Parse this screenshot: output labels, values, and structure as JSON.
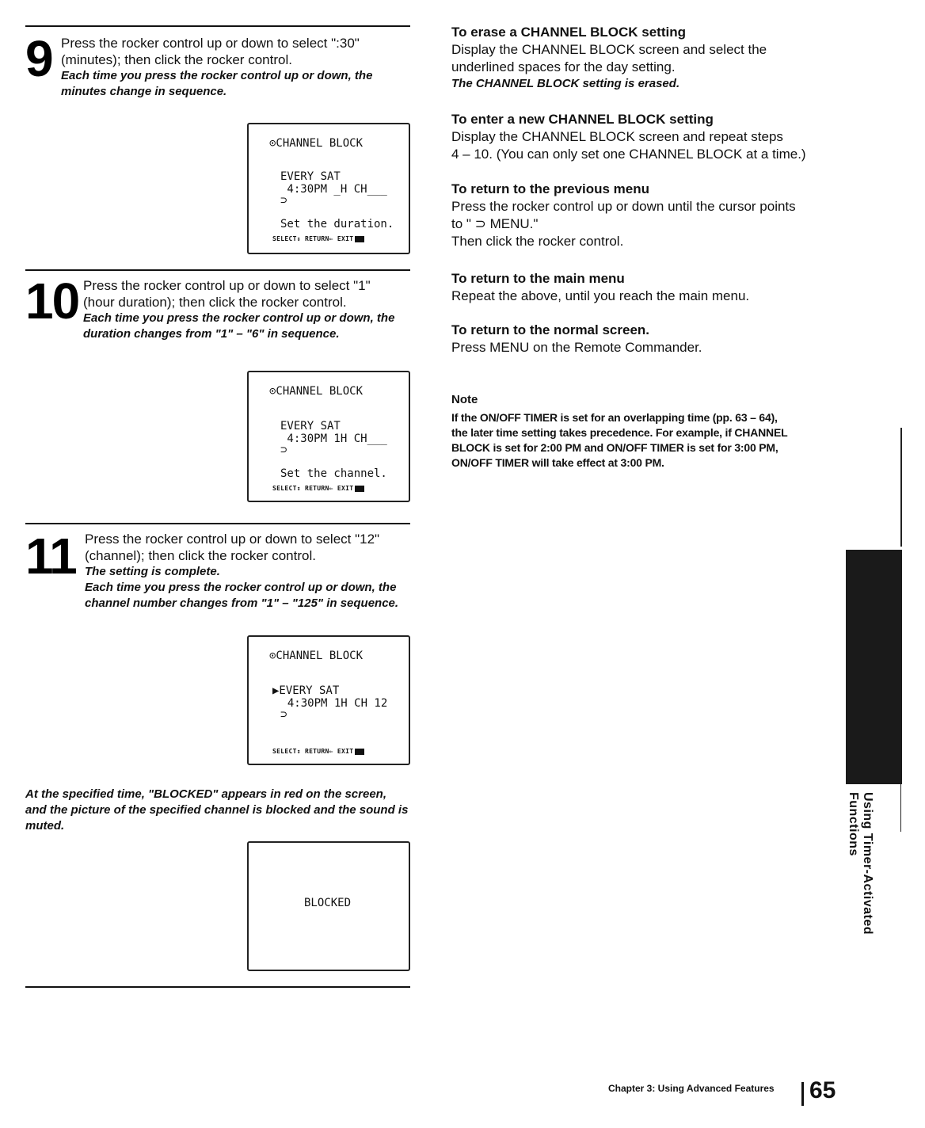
{
  "step9": {
    "number": "9",
    "lines": [
      "Press the rocker control up or down to select \":30\"",
      "(minutes); then click the rocker control."
    ],
    "italic": [
      "Each time you press the rocker control up or down, the",
      "minutes change in sequence."
    ],
    "osd": {
      "title": "⊙CHANNEL BLOCK",
      "line1": "EVERY SAT",
      "line2": " 4:30PM _H CH___",
      "cursor": "⊃",
      "message": "Set the duration.",
      "select": "SELECT",
      "return": "RETURN",
      "exit": "EXIT"
    }
  },
  "step10": {
    "number": "10",
    "lines": [
      "Press the rocker control up or down to select \"1\"",
      "(hour duration); then click the rocker control."
    ],
    "italic": [
      "Each time you press the rocker control up or down, the",
      "duration changes from \"1\" – \"6\" in sequence."
    ],
    "osd": {
      "title": "⊙CHANNEL BLOCK",
      "line1": "EVERY SAT",
      "line2": " 4:30PM 1H CH___",
      "cursor": "⊃",
      "message": "Set the channel.",
      "select": "SELECT",
      "return": "RETURN",
      "exit": "EXIT"
    }
  },
  "step11": {
    "number": "11",
    "lines": [
      "Press the rocker control up or down to select \"12\"",
      "(channel); then click the rocker control."
    ],
    "italic": [
      "The setting is complete.",
      "Each time you press the rocker control up or down, the",
      "channel number changes from \"1\" – \"125\" in sequence."
    ],
    "osd": {
      "title": "⊙CHANNEL BLOCK",
      "line1": "▶EVERY SAT",
      "line2": "  4:30PM 1H CH 12",
      "cursor": "⊃",
      "select": "SELECT",
      "return": "RETURN",
      "exit": "EXIT"
    }
  },
  "blocked": {
    "italic": [
      "At the specified time, \"BLOCKED\" appears in red on the screen,",
      "and the picture of the specified channel is blocked and the sound is",
      "muted."
    ],
    "screen_text": "BLOCKED"
  },
  "right": {
    "erase": {
      "heading": "To erase a CHANNEL BLOCK setting",
      "lines": [
        "Display the CHANNEL BLOCK screen and select the",
        "underlined spaces for the day setting."
      ],
      "italic": "The CHANNEL BLOCK setting is erased."
    },
    "new": {
      "heading": "To enter a new CHANNEL BLOCK setting",
      "lines": [
        "Display the CHANNEL BLOCK screen and repeat steps",
        "4 – 10.  (You can only set one CHANNEL BLOCK at a time.)"
      ]
    },
    "previous": {
      "heading": "To return to the previous menu",
      "lines": [
        "Press the rocker control up or down until the cursor points",
        "to \" ⊃ MENU.\"",
        "Then click the rocker control."
      ]
    },
    "main": {
      "heading": "To return to the main menu",
      "lines": [
        "Repeat the above, until you reach the main menu."
      ]
    },
    "normal": {
      "heading": "To return to the normal screen.",
      "lines": [
        "Press MENU on the Remote Commander."
      ]
    },
    "note": {
      "heading": "Note",
      "lines": [
        "If the ON/OFF TIMER is set for an overlapping time (pp. 63 – 64),",
        "the later time setting takes precedence.  For example, if CHANNEL",
        "BLOCK is set for 2:00 PM and ON/OFF TIMER is set for 3:00 PM,",
        "ON/OFF TIMER will take effect at 3:00 PM."
      ]
    }
  },
  "side_tab": "Using Timer-Activated Functions",
  "footer": {
    "chapter": "Chapter 3: Using Advanced Features",
    "page": "65"
  }
}
